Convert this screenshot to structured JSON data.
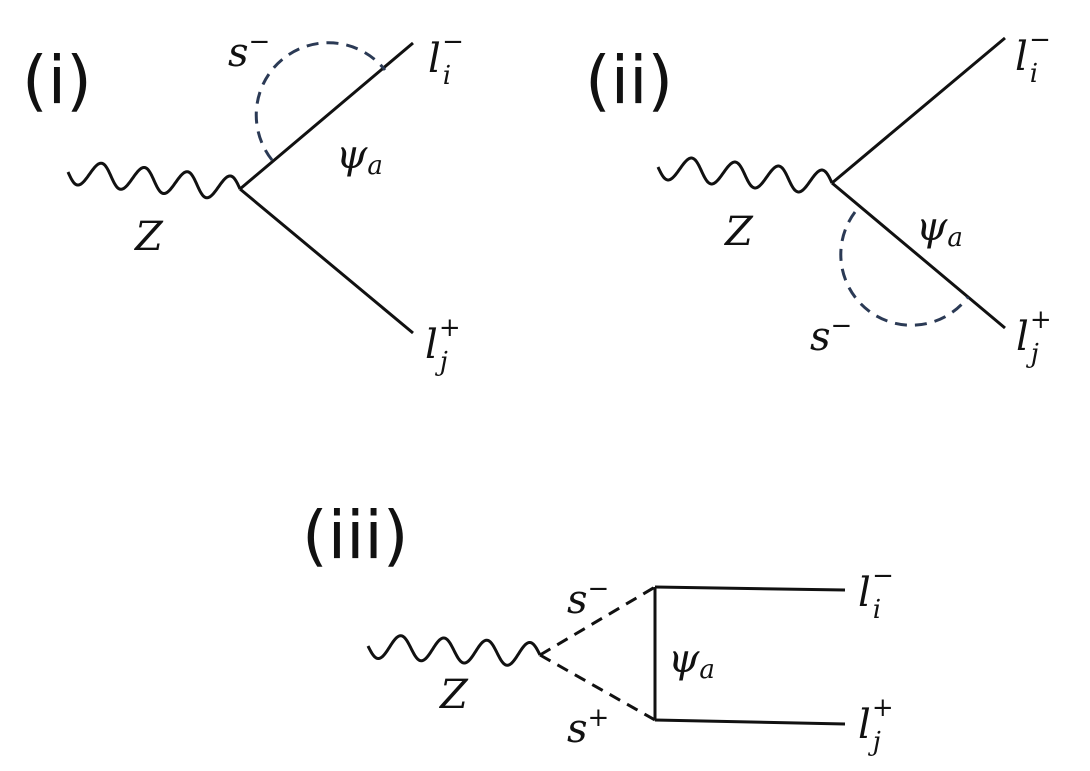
{
  "colors": {
    "ink": "#111111",
    "loop": "#2b3a55"
  },
  "panels": {
    "i": {
      "label": "(i)",
      "Z": "Z",
      "psi": "ψ",
      "psi_sub": "a",
      "s": "s",
      "s_sup": "−",
      "li": "l",
      "li_sub": "i",
      "li_sup": "−",
      "lj": "l",
      "lj_sub": "j",
      "lj_sup": "+"
    },
    "ii": {
      "label": "(ii)",
      "Z": "Z",
      "psi": "ψ",
      "psi_sub": "a",
      "s": "s",
      "s_sup": "−",
      "li": "l",
      "li_sub": "i",
      "li_sup": "−",
      "lj": "l",
      "lj_sub": "j",
      "lj_sup": "+"
    },
    "iii": {
      "label": "(iii)",
      "Z": "Z",
      "psi": "ψ",
      "psi_sub": "a",
      "s_top": "s",
      "s_top_sup": "−",
      "s_bot": "s",
      "s_bot_sup": "+",
      "li": "l",
      "li_sub": "i",
      "li_sup": "−",
      "lj": "l",
      "lj_sub": "j",
      "lj_sup": "+"
    }
  }
}
